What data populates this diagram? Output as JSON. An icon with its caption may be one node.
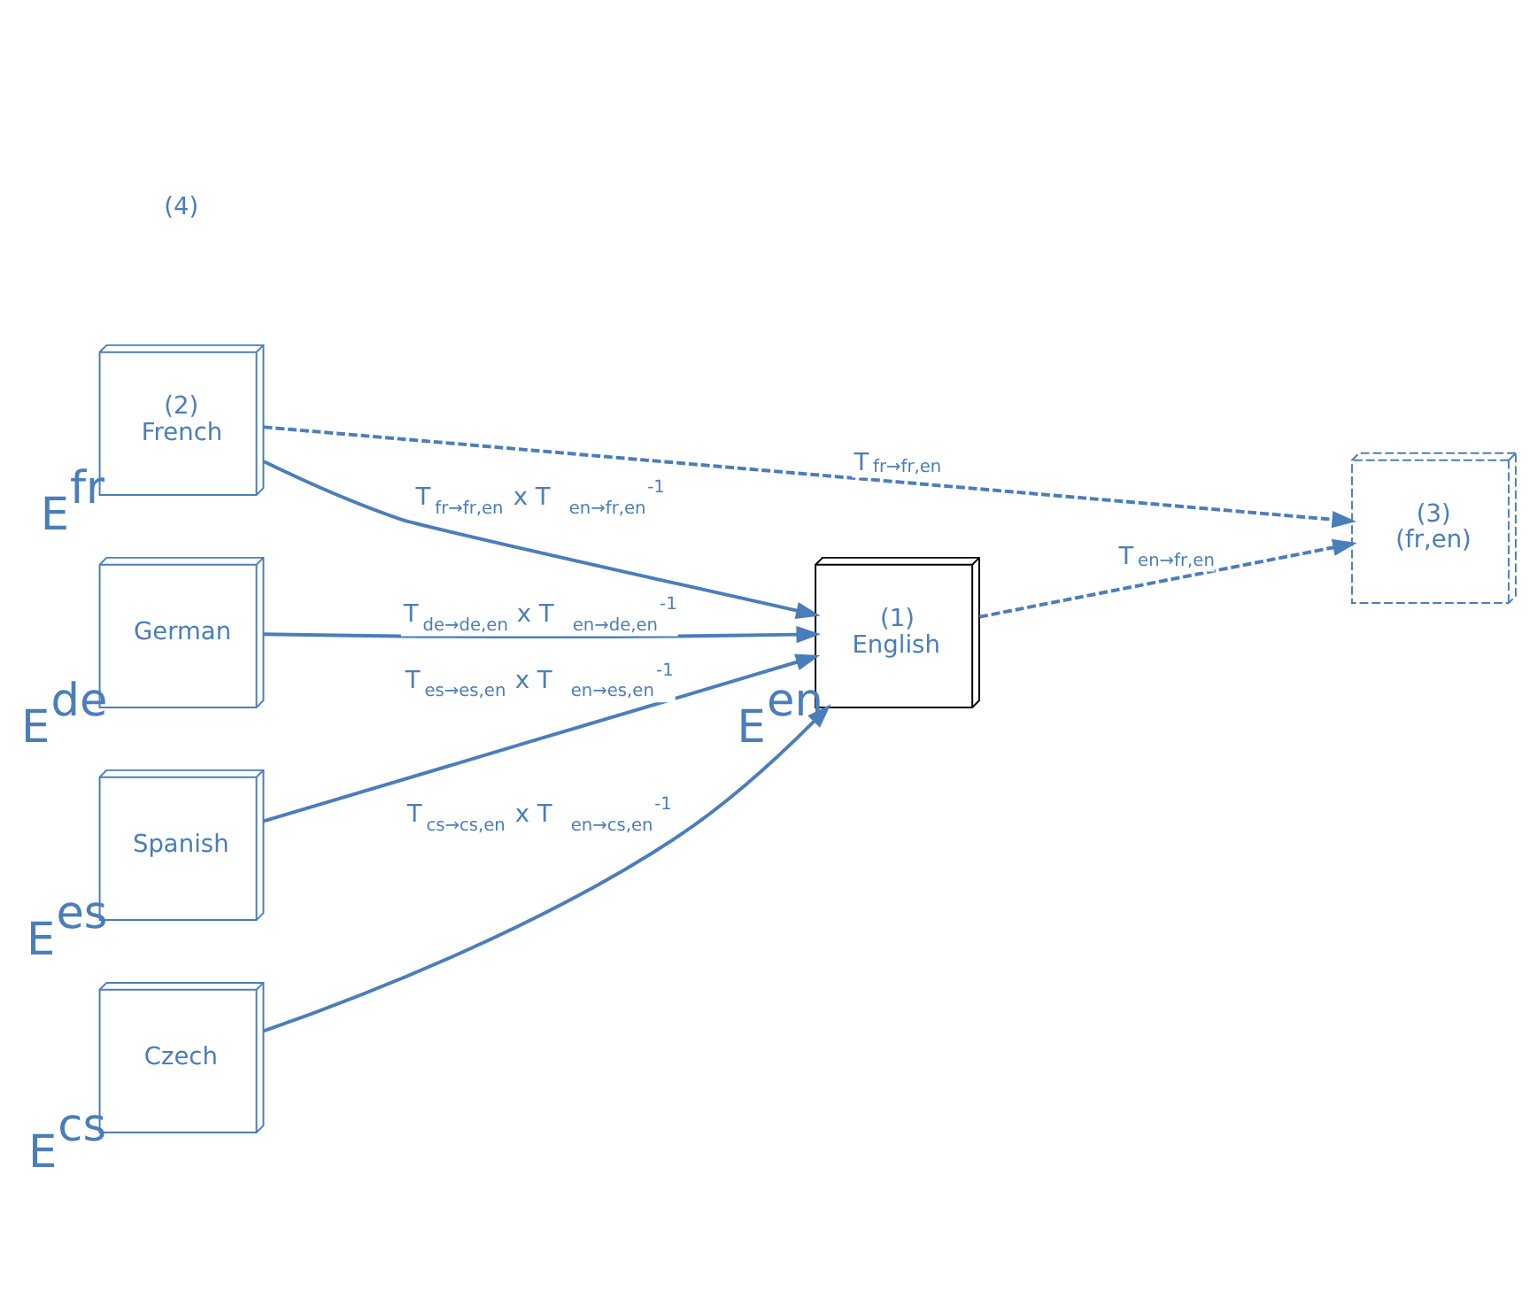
{
  "diagram": {
    "nodes": [
      {
        "text": [
          "(2)",
          "French"
        ],
        "beside": [
          "E$^{fr}$"
        ]
      },
      {
        "text": [
          "German"
        ],
        "beside": [
          "E$^{de}$"
        ]
      },
      {
        "text": [
          "Spanish"
        ],
        "beside": [
          "E$^{es}$"
        ]
      },
      {
        "text": [
          "Czech"
        ],
        "beside": [
          "E$^{cs}$"
        ]
      },
      {
        "text": [
          "(1)",
          "English"
        ],
        "beside": [
          "E$^{en}$"
        ]
      },
      {
        "text": [
          "(3)",
          "(fr,en)"
        ]
      }
    ],
    "edges": [
      {
        "from": 0,
        "to": 5,
        "arrow": "to",
        "style": "dashed",
        "label": "T$_{fr→fr,en}$"
      },
      {
        "from": 4,
        "to": 5,
        "arrow": "to",
        "style": "dashed",
        "label": "T$_{en→fr,en}$"
      },
      {
        "from": 0,
        "to": 4,
        "arrow": "to",
        "label": "T$_{fr→fr,en}$ x T$_{en→fr,en}$$^{-1}$"
      },
      {
        "from": 1,
        "to": 4,
        "arrow": "to",
        "label": "T$_{de→de,en}$ x T$_{en→de,en}$$^{-1}$"
      },
      {
        "from": 2,
        "to": 4,
        "arrow": "to",
        "label": "T$_{es→es,en}$ x T$_{en→es,en}$$^{-1}$"
      },
      {
        "from": 3,
        "to": 4,
        "arrow": "to",
        "label": "T$_{cs→cs,en}$ x T$_{en→cs,en}$$^{-1}$"
      }
    ],
    "labels": [
      "(4)"
    ]
  }
}
